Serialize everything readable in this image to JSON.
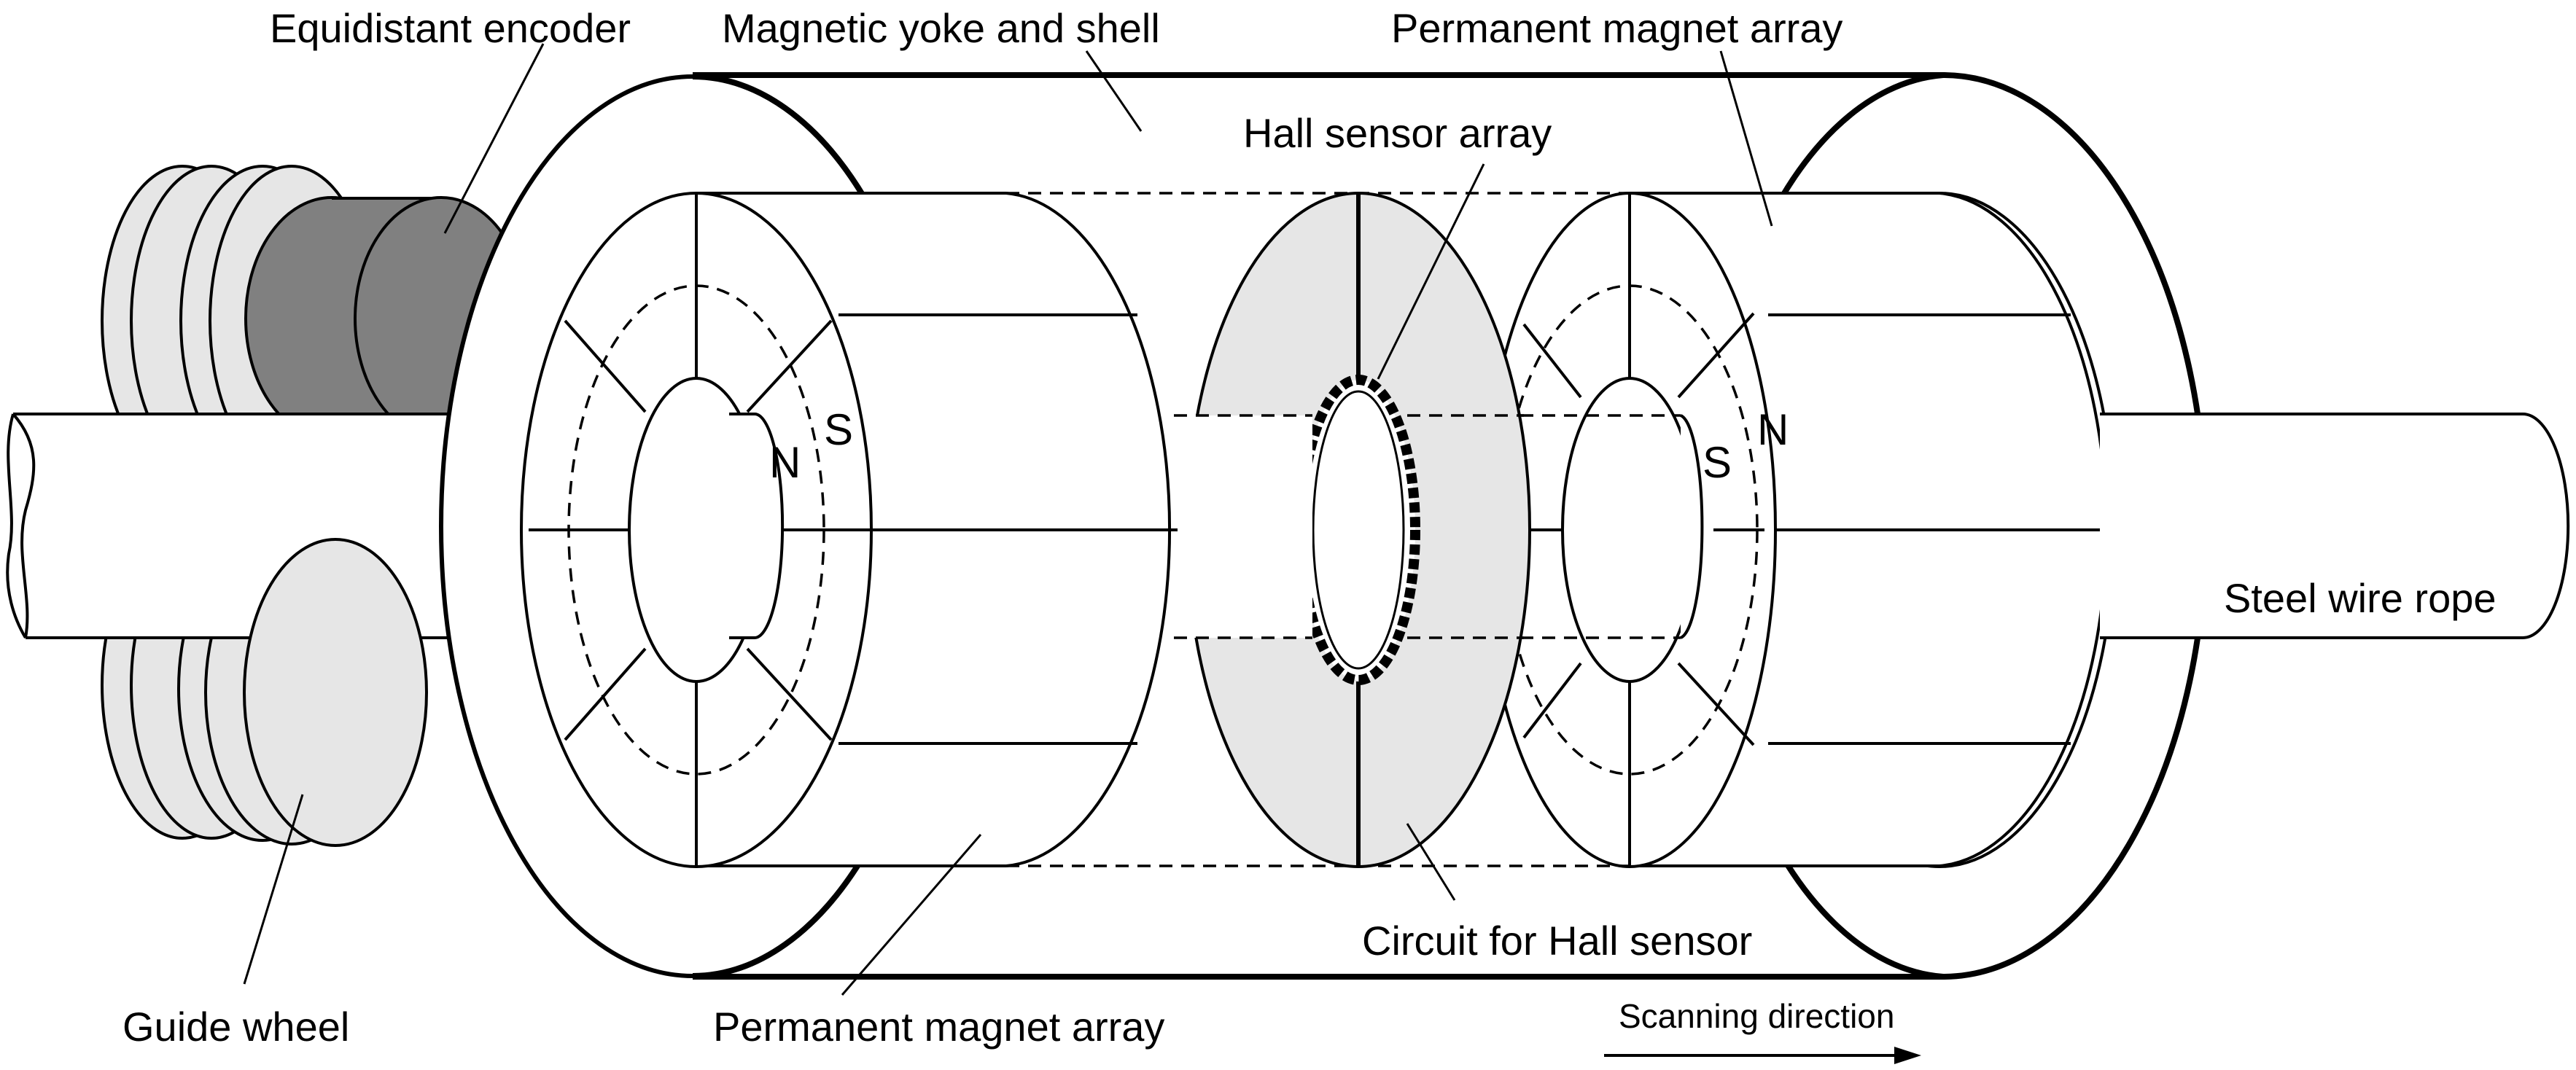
{
  "labels": {
    "encoder": "Equidistant encoder",
    "yoke": "Magnetic yoke and shell",
    "magnet_top": "Permanent magnet array",
    "hall": "Hall sensor array",
    "rope": "Steel wire rope",
    "circuit": "Circuit for Hall sensor",
    "magnet_bottom": "Permanent magnet array",
    "guide": "Guide wheel",
    "scan": "Scanning direction"
  },
  "poles": {
    "left_inner": "N",
    "left_outer": "S",
    "right_inner": "S",
    "right_outer": "N"
  },
  "colors": {
    "line": "#000000",
    "wheel_fill": "#e6e6e6",
    "encoder_fill": "#808080",
    "hall_disk_fill": "#e6e6e6",
    "background": "#ffffff"
  }
}
